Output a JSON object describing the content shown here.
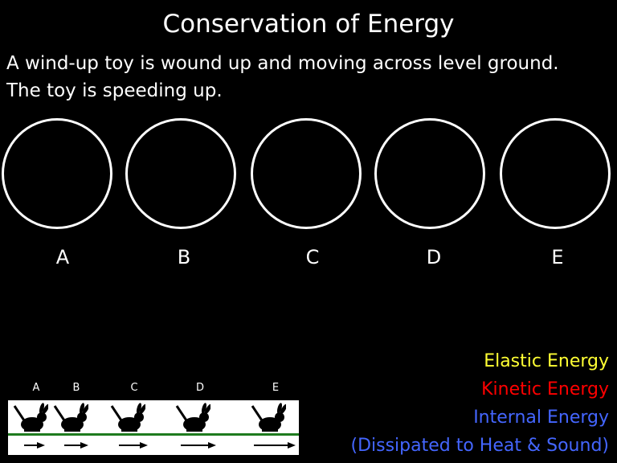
{
  "slide": {
    "title": "Conservation of Energy",
    "description_line1": "A wind-up toy is wound up and moving across level ground.",
    "description_line2": "The toy is speeding up."
  },
  "circle_labels": [
    "A",
    "B",
    "C",
    "D",
    "E"
  ],
  "legend": {
    "elastic": {
      "text": "Elastic Energy",
      "color": "#ffff33"
    },
    "kinetic": {
      "text": "Kinetic Energy",
      "color": "#ff0000"
    },
    "internal": {
      "text": "Internal Energy",
      "color": "#4466ff"
    },
    "dissipated": {
      "text": "(Dissipated to Heat & Sound)",
      "color": "#4466ff"
    }
  },
  "strip": {
    "labels": [
      "A",
      "B",
      "C",
      "D",
      "E"
    ],
    "ground_color": "#1e7b1e"
  }
}
